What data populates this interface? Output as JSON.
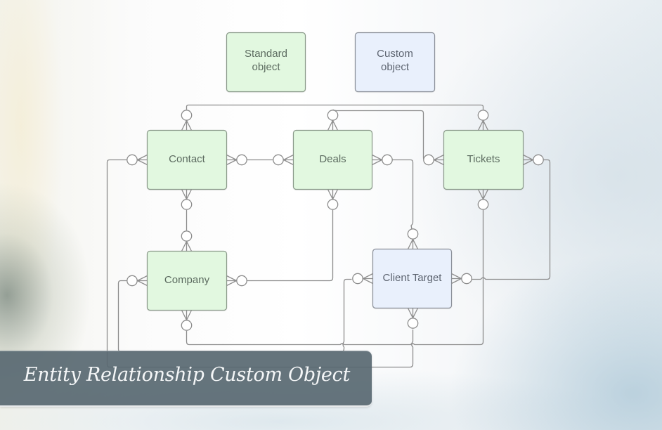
{
  "legend": {
    "standard": {
      "label_line1": "Standard",
      "label_line2": "object",
      "fill": "#e2f8e0"
    },
    "custom": {
      "label_line1": "Custom",
      "label_line2": "object",
      "fill": "#e9f0fc"
    }
  },
  "entities": {
    "contact": {
      "label": "Contact",
      "type": "standard"
    },
    "deals": {
      "label": "Deals",
      "type": "standard"
    },
    "tickets": {
      "label": "Tickets",
      "type": "standard"
    },
    "company": {
      "label": "Company",
      "type": "standard"
    },
    "client_target": {
      "label": "Client Target",
      "type": "custom"
    }
  },
  "relationships": [
    {
      "from": "contact",
      "to": "tickets",
      "notation": "zero-or-many to zero-or-many"
    },
    {
      "from": "contact",
      "to": "deals",
      "notation": "zero-or-many to zero-or-many"
    },
    {
      "from": "contact",
      "to": "company",
      "notation": "zero-or-many to zero-or-many"
    },
    {
      "from": "deals",
      "to": "tickets",
      "notation": "zero-or-many to zero-or-many"
    },
    {
      "from": "deals",
      "to": "client_target",
      "notation": "zero-or-many to zero-or-many"
    },
    {
      "from": "deals",
      "to": "company",
      "notation": "zero-or-many to zero-or-many"
    },
    {
      "from": "tickets",
      "to": "company",
      "notation": "zero-or-many to zero-or-many"
    },
    {
      "from": "tickets",
      "to": "client_target",
      "notation": "zero-or-many to zero-or-many"
    },
    {
      "from": "client_target",
      "to": "company",
      "notation": "zero-or-many to zero-or-many"
    },
    {
      "from": "client_target",
      "to": "contact",
      "notation": "zero-or-many to zero-or-many"
    }
  ],
  "colors": {
    "standard_fill": "#e2f8e0",
    "custom_fill": "#e9f0fc",
    "line": "#8c8c8c",
    "banner": "#586871"
  },
  "banner": {
    "title": "Entity Relationship Custom Object"
  }
}
